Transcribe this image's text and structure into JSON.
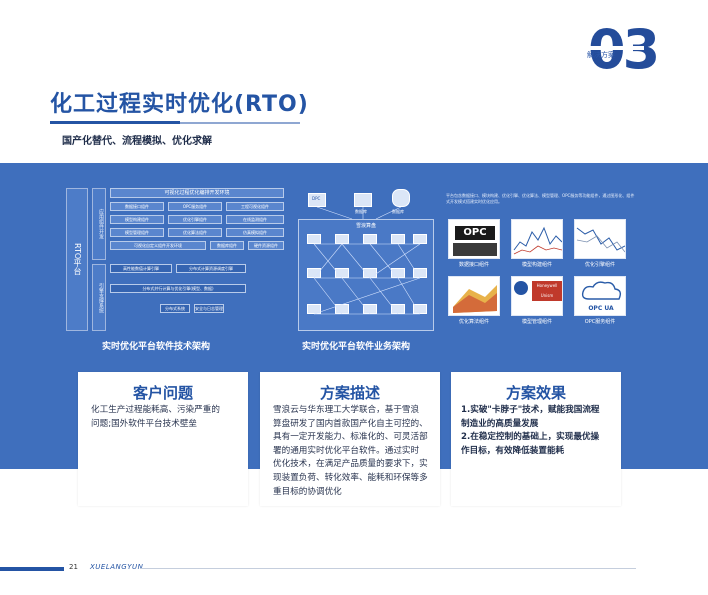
{
  "header": {
    "section_label": "解决方案",
    "section_number": "03",
    "title": "化工过程实时优化(RTO)",
    "subtitle": "国产化替代、流程模拟、优化求解"
  },
  "arch_diagram": {
    "platform_label": "RTO平台",
    "side_labels": [
      "应用组件开发",
      "引擎支撑系统"
    ],
    "header_cell": "可视化过程优化编排开发环境",
    "cells": [
      "数据接口组件",
      "OPC服务组件",
      "工程可视化组件",
      "模型构建组件",
      "优化引擎组件",
      "在线监测组件",
      "模型管理组件",
      "优化算法组件",
      "仿真模拟组件",
      "可视化自定义组件开发环境",
      "数据库组件",
      "硬件资源组件",
      "高性能数值计算引擎",
      "分布式计算资源调度引擎",
      "分布式并行计算与优化引擎(模型、数据)",
      "分布式系统",
      "安全与日志管理"
    ],
    "caption": "实时优化平台软件技术架构"
  },
  "business_diagram": {
    "top_labels": [
      "DPC",
      "数据库",
      "数据库"
    ],
    "cloud_title": "雪浪算盘",
    "caption": "实时优化平台软件业务架构"
  },
  "components": {
    "intro": "平台包含数据接口、模块构建、优化引擎、优化算法、模型管理、OPC服务等功能组件，通过图形化、组件式开发模式搭建实时优化应用。",
    "tiles": [
      {
        "caption": "数据接口组件",
        "logo": "OPC"
      },
      {
        "caption": "模型构建组件",
        "logo": ""
      },
      {
        "caption": "优化引擎组件",
        "logo": ""
      },
      {
        "caption": "优化算法组件",
        "logo": ""
      },
      {
        "caption": "模型管理组件",
        "logo": "Honeywell Unism"
      },
      {
        "caption": "OPC服务组件",
        "logo": "OPC UA"
      }
    ]
  },
  "cards": [
    {
      "title": "客户问题",
      "body": [
        "化工生产过程能耗高、污染严重的",
        "问题;国外软件平台技术壁垒"
      ]
    },
    {
      "title": "方案描述",
      "body": [
        "雪浪云与华东理工大学联合，基于雪浪",
        "算盘研发了国内首款国产化自主可控的、",
        "具有一定开发能力、标准化的、可灵活部",
        "署的通用实时优化平台软件。通过实时",
        "优化技术，在满足产品质量的要求下，实",
        "现装置负荷、转化效率、能耗和环保等多",
        "重目标的协调优化"
      ]
    },
    {
      "title": "方案效果",
      "body": [
        "1.实破\"卡脖子\"技术，赋能我国流程",
        "制造业的高质量发展",
        "2.在稳定控制的基础上，实现最优操",
        "作目标，有效降低装置能耗"
      ]
    }
  ],
  "footer": {
    "page": "21",
    "brand": "XUELANGYUN"
  },
  "colors": {
    "brand_blue": "#2454a4",
    "band_blue": "#3f6fbd"
  }
}
